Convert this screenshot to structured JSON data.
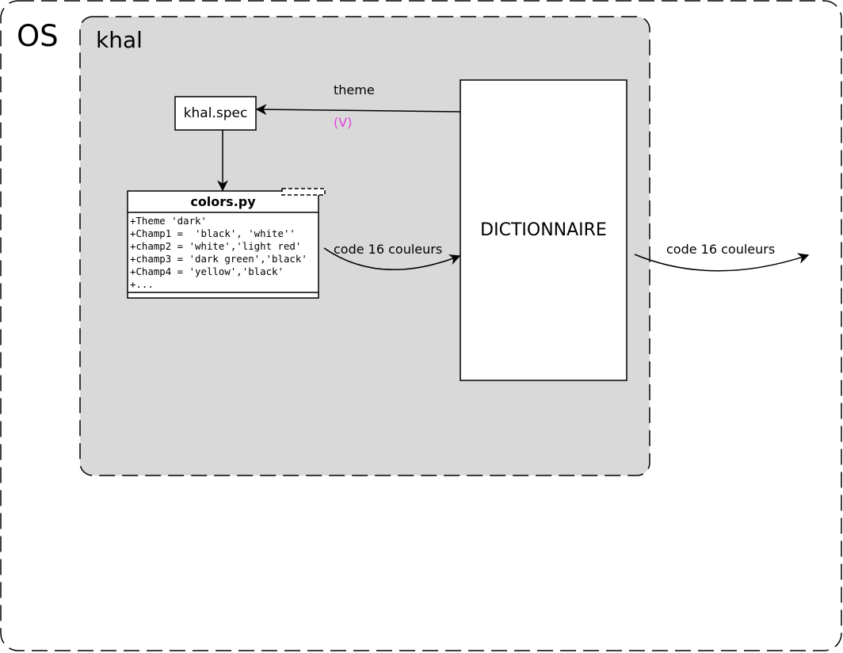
{
  "containers": {
    "os": {
      "label": "OS"
    },
    "khal": {
      "label": "khal",
      "fill": "#d9d9d9"
    }
  },
  "nodes": {
    "spec": {
      "label": "khal.spec"
    },
    "colors": {
      "title": "colors.py",
      "attributes": [
        "+Theme 'dark'",
        "+Champ1 =  'black', 'white''",
        "+champ2 = 'white','light red'",
        "+champ3 = 'dark green','black'",
        "+Champ4 = 'yellow','black'",
        "+..."
      ]
    },
    "dictionnaire": {
      "label": "DICTIONNAIRE"
    }
  },
  "edges": {
    "theme": {
      "label": "theme",
      "annotation": "(V)",
      "annotation_color": "#e040e0"
    },
    "colors_to_dict": {
      "label": "code 16 couleurs"
    },
    "dict_out": {
      "label": "code 16 couleurs"
    }
  }
}
